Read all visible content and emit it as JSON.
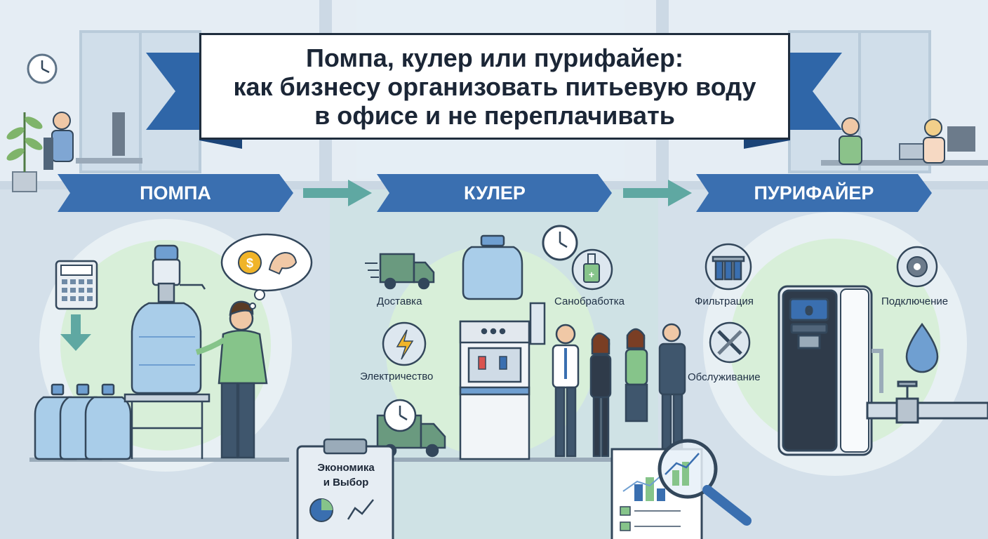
{
  "title": {
    "line1": "Помпа, кулер или пурифайер:",
    "line2": "как бизнесу организовать питьевую воду",
    "line3": "в офисе и не переплачивать"
  },
  "steps": [
    {
      "label": "ПОМПА"
    },
    {
      "label": "КУЛЕР"
    },
    {
      "label": "ПУРИФАЙЕР"
    }
  ],
  "cooler_labels": {
    "delivery": "Доставка",
    "sanitation": "Санобработка",
    "electricity": "Электричество"
  },
  "purifier_labels": {
    "filtration": "Фильтрация",
    "connection": "Подключение",
    "service": "Обслуживание"
  },
  "clipboard": {
    "line1": "Экономика",
    "line2": "и Выбор"
  },
  "colors": {
    "ribbon_blue": "#3a6fb0",
    "ribbon_dark": "#1e4a82",
    "arrow_teal": "#5fa8a2",
    "circle_green": "#d8efd9",
    "bottle_blue": "#a9cde9"
  }
}
